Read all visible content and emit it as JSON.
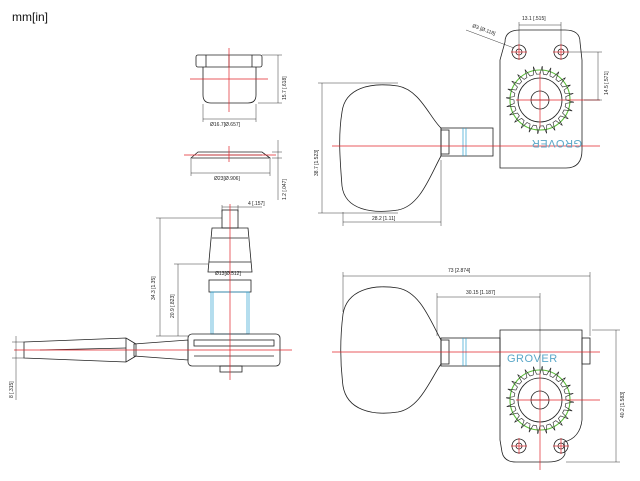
{
  "unit_label": "mm[in]",
  "brand": "GROVER",
  "colors": {
    "centerline": "#e0242a",
    "gear": "#5cbf3a",
    "bushing": "#2b9fd0"
  },
  "dims": {
    "nut_dia": "Ø16.7[Ø.657]",
    "nut_height": "15.7 [.618]",
    "washer_dia": "Ø23[Ø.906]",
    "washer_thick": "1.2 [.047]",
    "post_width": "4 [.157]",
    "post_dia": "Ø13[Ø.512]",
    "total_height": "34.3 [1.35]",
    "post_height": "20.9 [.823]",
    "shaft_dia": "8 [.315]",
    "hole_dia": "Ø3 [Ø.118]",
    "hole_spacing": "13.1 [.515]",
    "hole_offset": "14.5 [.571]",
    "button_height": "38.7 [1.523]",
    "button_width": "28.2 [1.11]",
    "overall_length": "73 [2.874]",
    "post_to_button": "30.15 [1.187]",
    "housing_height": "40.2 [1.583]"
  }
}
